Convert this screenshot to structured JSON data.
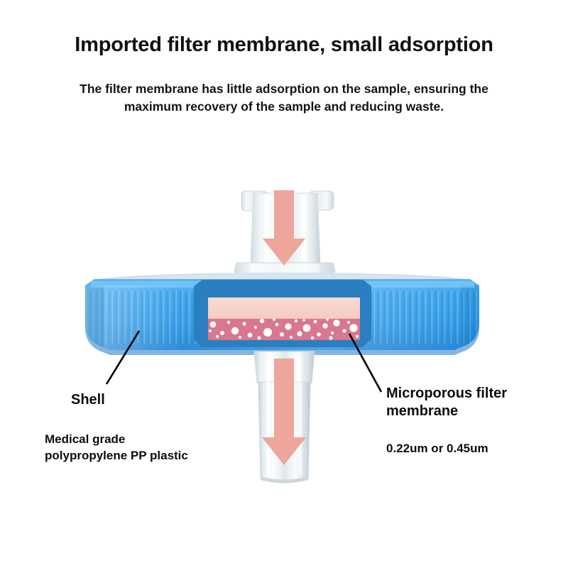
{
  "headline": "Imported filter membrane, small adsorption",
  "subheadline": "The filter membrane has little adsorption on the sample, ensuring the maximum recovery of the sample and reducing waste.",
  "callouts": {
    "shell": {
      "title": "Shell",
      "detail_line1": "Medical grade",
      "detail_line2": "polypropylene PP plastic"
    },
    "membrane": {
      "title_line1": "Microporous filter",
      "title_line2": "membrane",
      "detail": "0.22um or 0.45um"
    }
  },
  "diagram": {
    "name": "syringe-filter-cutaway",
    "parts": [
      "top-luer-lock-inlet",
      "inlet-flange",
      "blue-ribbed-housing-disc",
      "cutaway-window",
      "microporous-membrane",
      "bottom-outlet-nozzle",
      "flow-arrow-top",
      "flow-arrow-bottom"
    ]
  },
  "colors": {
    "housing_blue_light": "#49aef0",
    "housing_blue_mid": "#2e9ae8",
    "housing_blue_dark": "#2b7fc0",
    "window_band": "#2b7fc0",
    "membrane_light": "#f7d3c9",
    "membrane_dark": "#d9778f",
    "pore_white": "#ffffff",
    "arrow_red": "#eda59c",
    "plastic_clear": "#e9eef0",
    "text_black": "#111111"
  }
}
